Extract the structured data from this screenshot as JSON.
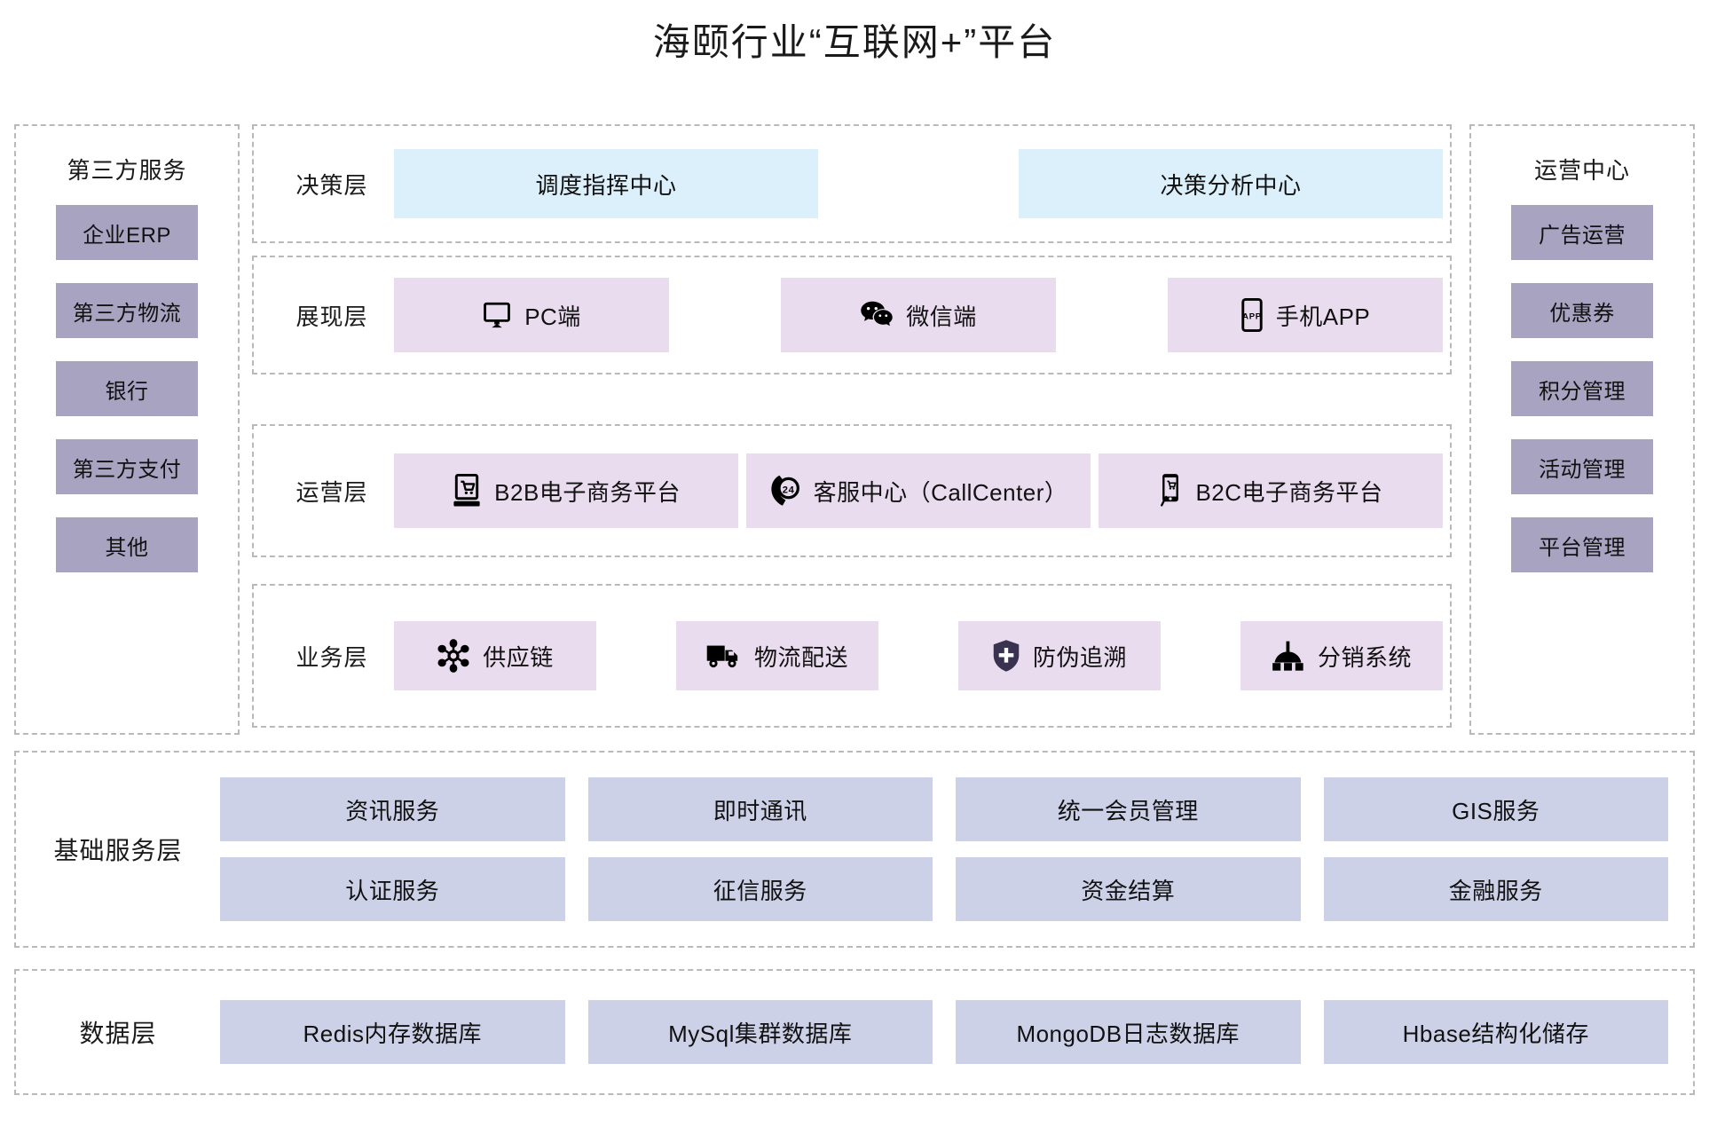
{
  "title": "海颐行业“互联网+”平台",
  "left_panel": {
    "header": "第三方服务",
    "items": [
      {
        "label": "企业ERP"
      },
      {
        "label": "第三方物流"
      },
      {
        "label": "银行"
      },
      {
        "label": "第三方支付"
      },
      {
        "label": "其他"
      }
    ]
  },
  "right_panel": {
    "header": "运营中心",
    "items": [
      {
        "label": "广告运营"
      },
      {
        "label": "优惠券"
      },
      {
        "label": "积分管理"
      },
      {
        "label": "活动管理"
      },
      {
        "label": "平台管理"
      }
    ]
  },
  "layers": {
    "decision": {
      "label": "决策层",
      "cells": [
        {
          "label": "调度指挥中心",
          "icon": ""
        },
        {
          "label": "决策分析中心",
          "icon": ""
        }
      ]
    },
    "presentation": {
      "label": "展现层",
      "cells": [
        {
          "label": "PC端",
          "icon": "monitor-icon"
        },
        {
          "label": "微信端",
          "icon": "wechat-icon"
        },
        {
          "label": "手机APP",
          "icon": "mobile-app-icon"
        }
      ]
    },
    "operation": {
      "label": "运营层",
      "cells": [
        {
          "label": "B2B电子商务平台",
          "icon": "shopping-cart-monitor-icon"
        },
        {
          "label": "客服中心（CallCenter）",
          "icon": "phone-24h-icon"
        },
        {
          "label": "B2C电子商务平台",
          "icon": "mobile-shopping-icon"
        }
      ]
    },
    "business": {
      "label": "业务层",
      "cells": [
        {
          "label": "供应链",
          "icon": "network-nodes-icon"
        },
        {
          "label": "物流配送",
          "icon": "truck-icon"
        },
        {
          "label": "防伪追溯",
          "icon": "shield-icon"
        },
        {
          "label": "分销系统",
          "icon": "hierarchy-icon"
        }
      ]
    }
  },
  "base_service": {
    "label": "基础服务层",
    "items": [
      {
        "label": "资讯服务"
      },
      {
        "label": "即时通讯"
      },
      {
        "label": "统一会员管理"
      },
      {
        "label": "GIS服务"
      },
      {
        "label": "认证服务"
      },
      {
        "label": "征信服务"
      },
      {
        "label": "资金结算"
      },
      {
        "label": "金融服务"
      }
    ]
  },
  "data_layer": {
    "label": "数据层",
    "items": [
      {
        "label": "Redis内存数据库"
      },
      {
        "label": "MySql集群数据库"
      },
      {
        "label": "MongoDB日志数据库"
      },
      {
        "label": "Hbase结构化储存"
      }
    ]
  },
  "colors": {
    "sidebar_chip": "#a8a3c0",
    "decision_cell": "#dcf0fb",
    "layer_cell_pink": "#eadcef",
    "service_cell": "#ccd1e8",
    "panel_border": "#b9b9b9",
    "text": "#1a1a1a"
  }
}
